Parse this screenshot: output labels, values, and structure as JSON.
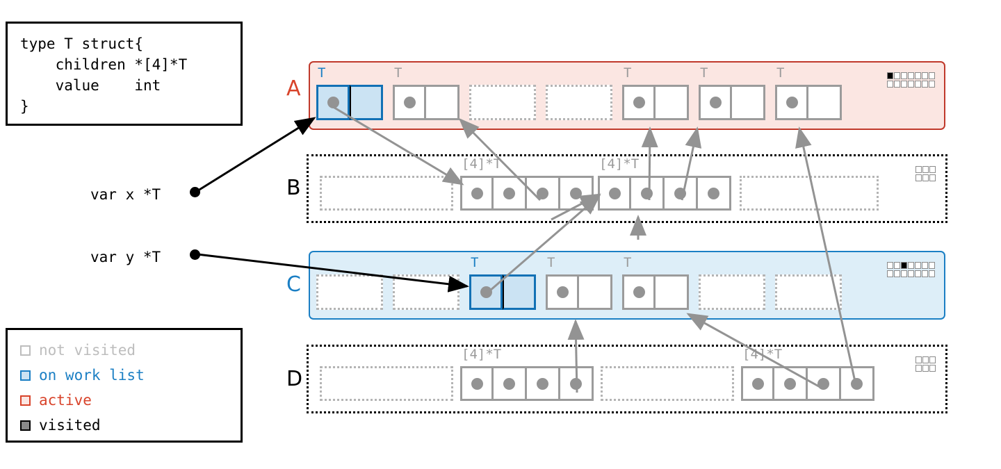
{
  "code_box": {
    "text": "type T struct{\n    children *[4]*T\n    value    int\n}"
  },
  "legend": {
    "items": [
      {
        "label": "not visited",
        "swatch_fill": "#ffffff",
        "swatch_border": "#bdbdbd",
        "text_color": "#bdbdbd"
      },
      {
        "label": "on work list",
        "swatch_fill": "#cbe3f3",
        "swatch_border": "#1b7fc4",
        "text_color": "#1b7fc4"
      },
      {
        "label": "active",
        "swatch_fill": "#fbe6e2",
        "swatch_border": "#d8432a",
        "text_color": "#d8432a"
      },
      {
        "label": "visited",
        "swatch_fill": "#8a8a8a",
        "swatch_border": "#000000",
        "text_color": "#000000"
      }
    ]
  },
  "variables": [
    {
      "name": "var x *T"
    },
    {
      "name": "var y *T"
    }
  ],
  "rows": [
    {
      "label": "A",
      "label_color": "#d8432a",
      "state": "active",
      "object_type": "T",
      "bitmap": {
        "cols": 7,
        "rows": 2,
        "filled": [
          0
        ]
      },
      "slots": [
        {
          "kind": "object",
          "selected": true,
          "type_label": "T",
          "cells": [
            "dot",
            "empty"
          ]
        },
        {
          "kind": "object",
          "selected": false,
          "type_label": "T",
          "cells": [
            "dot",
            "empty"
          ]
        },
        {
          "kind": "free"
        },
        {
          "kind": "free"
        },
        {
          "kind": "object",
          "selected": false,
          "type_label": "T",
          "cells": [
            "dot",
            "empty"
          ]
        },
        {
          "kind": "object",
          "selected": false,
          "type_label": "T",
          "cells": [
            "dot",
            "empty"
          ]
        },
        {
          "kind": "object",
          "selected": false,
          "type_label": "T",
          "cells": [
            "dot",
            "empty"
          ]
        }
      ]
    },
    {
      "label": "B",
      "label_color": "#000000",
      "state": "plain",
      "object_type": "[4]*T",
      "bitmap": {
        "cols": 3,
        "rows": 2,
        "filled": []
      },
      "slots": [
        {
          "kind": "free-wide"
        },
        {
          "kind": "array",
          "type_label": "[4]*T",
          "cells": [
            "dot",
            "dot",
            "dot",
            "dot"
          ]
        },
        {
          "kind": "array",
          "type_label": "[4]*T",
          "cells": [
            "dot",
            "dot",
            "dot",
            "dot"
          ]
        },
        {
          "kind": "free-wide"
        }
      ]
    },
    {
      "label": "C",
      "label_color": "#1b7fc4",
      "state": "worklist",
      "object_type": "T",
      "bitmap": {
        "cols": 7,
        "rows": 2,
        "filled": [
          2
        ]
      },
      "slots": [
        {
          "kind": "free"
        },
        {
          "kind": "free"
        },
        {
          "kind": "object",
          "selected": true,
          "type_label": "T",
          "cells": [
            "dot",
            "empty"
          ]
        },
        {
          "kind": "object",
          "selected": false,
          "type_label": "T",
          "cells": [
            "dot",
            "empty"
          ]
        },
        {
          "kind": "object",
          "selected": false,
          "type_label": "T",
          "cells": [
            "dot",
            "empty"
          ]
        },
        {
          "kind": "free"
        },
        {
          "kind": "free"
        }
      ]
    },
    {
      "label": "D",
      "label_color": "#000000",
      "state": "plain",
      "object_type": "[4]*T",
      "bitmap": {
        "cols": 3,
        "rows": 2,
        "filled": []
      },
      "slots": [
        {
          "kind": "free-wide"
        },
        {
          "kind": "array",
          "type_label": "[4]*T",
          "cells": [
            "dot",
            "dot",
            "dot",
            "dot"
          ]
        },
        {
          "kind": "free-wide"
        },
        {
          "kind": "array",
          "type_label": "[4]*T",
          "cells": [
            "dot",
            "dot",
            "dot",
            "dot"
          ]
        }
      ]
    }
  ],
  "colors": {
    "active": "#d8432a",
    "worklist": "#1b7fc4",
    "not_visited": "#bdbdbd",
    "visited": "#000000",
    "pointer_gray": "#939393",
    "pointer_black": "#000000"
  }
}
